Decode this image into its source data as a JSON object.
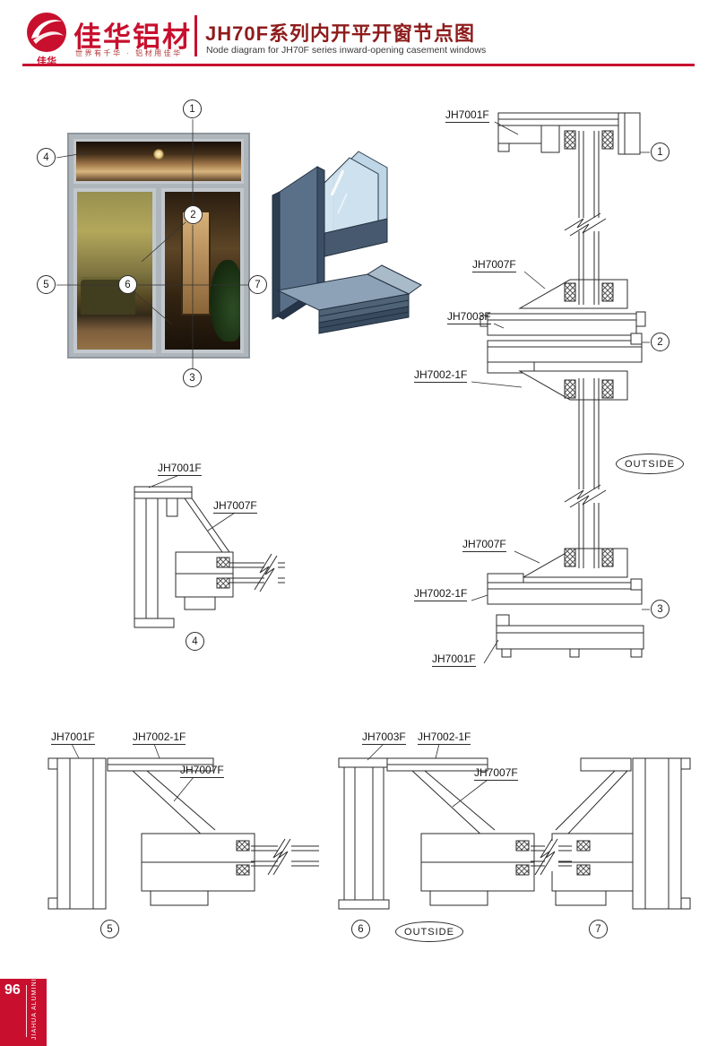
{
  "header": {
    "logo_sub": "佳华",
    "brand": "佳华铝材",
    "tagline": "世界有千华 · 铝材用佳华",
    "title": "JH70F系列内开平开窗节点图",
    "subtitle": "Node diagram for JH70F series inward-opening casement windows"
  },
  "callouts": {
    "n1": "1",
    "n2": "2",
    "n3": "3",
    "n4": "4",
    "n5": "5",
    "n6": "6",
    "n7": "7"
  },
  "vertical_section": {
    "label_head_frame": "JH7001F",
    "label_upper_sash": "JH7007F",
    "label_transom": "JH7003F",
    "label_mid_sash": "JH7002-1F",
    "label_lower_sash": "JH7007F",
    "label_bottom_sash": "JH7002-1F",
    "label_sill_frame": "JH7001F",
    "outside": "OUTSIDE"
  },
  "detail_section": {
    "label_frame": "JH7001F",
    "label_sash": "JH7007F"
  },
  "horizontal_section": {
    "label_left_jamb": "JH7001F",
    "label_left_sash": "JH7002-1F",
    "label_left_bead": "JH7007F",
    "label_mullion": "JH7003F",
    "label_right_sash": "JH7002-1F",
    "label_right_bead": "JH7007F",
    "outside": "OUTSIDE"
  },
  "footer": {
    "page_number": "96",
    "brand_vertical": "JIAHUA ALUMINIUM"
  },
  "colors": {
    "accent_red": "#c8102e",
    "title_red": "#8e1c1c",
    "line_dark": "#2b2b2b",
    "aluminum_gray": "#b0b7bd",
    "render_blue": "#5a7089"
  }
}
